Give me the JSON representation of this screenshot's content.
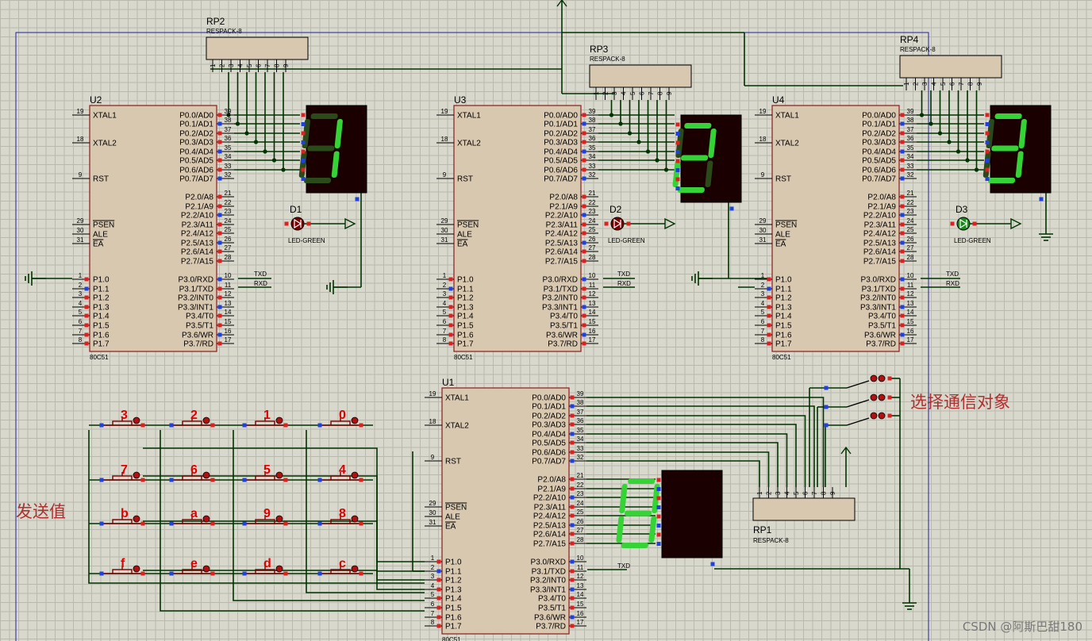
{
  "annotations": {
    "send_value_label": "发送值",
    "select_target_label": "选择通信对象",
    "watermark": "CSDN @阿斯巴甜180"
  },
  "chips": [
    {
      "ref": "U2",
      "part": "80C51"
    },
    {
      "ref": "U3",
      "part": "80C51"
    },
    {
      "ref": "U4",
      "part": "80C51"
    },
    {
      "ref": "U1",
      "part": "80C51"
    }
  ],
  "resistor_packs": [
    {
      "ref": "RP2",
      "part": "RESPACK-8"
    },
    {
      "ref": "RP3",
      "part": "RESPACK-8"
    },
    {
      "ref": "RP4",
      "part": "RESPACK-8"
    },
    {
      "ref": "RP1",
      "part": "RESPACK-8"
    }
  ],
  "leds": [
    {
      "ref": "D1",
      "part": "LED-GREEN",
      "lit": false
    },
    {
      "ref": "D2",
      "part": "LED-GREEN",
      "lit": false
    },
    {
      "ref": "D3",
      "part": "LED-GREEN",
      "lit": true
    }
  ],
  "displays": [
    {
      "id": "disp-u2",
      "digit": "1"
    },
    {
      "id": "disp-u3",
      "digit": "2"
    },
    {
      "id": "disp-u4",
      "digit": "3"
    },
    {
      "id": "disp-u1",
      "digit": "8"
    }
  ],
  "pin_left_names": [
    "XTAL1",
    "XTAL2",
    "RST",
    "PSEN",
    "ALE",
    "EA",
    "P1.0",
    "P1.1",
    "P1.2",
    "P1.3",
    "P1.4",
    "P1.5",
    "P1.6",
    "P1.7"
  ],
  "pin_left_nums": [
    "19",
    "18",
    "9",
    "29",
    "30",
    "31",
    "1",
    "2",
    "3",
    "4",
    "5",
    "6",
    "7",
    "8"
  ],
  "pin_right_names": [
    "P0.0/AD0",
    "P0.1/AD1",
    "P0.2/AD2",
    "P0.3/AD3",
    "P0.4/AD4",
    "P0.5/AD5",
    "P0.6/AD6",
    "P0.7/AD7",
    "P2.0/A8",
    "P2.1/A9",
    "P2.2/A10",
    "P2.3/A11",
    "P2.4/A12",
    "P2.5/A13",
    "P2.6/A14",
    "P2.7/A15",
    "P3.0/RXD",
    "P3.1/TXD",
    "P3.2/INT0",
    "P3.3/INT1",
    "P3.4/T0",
    "P3.5/T1",
    "P3.6/WR",
    "P3.7/RD"
  ],
  "pin_right_nums": [
    "39",
    "38",
    "37",
    "36",
    "35",
    "34",
    "33",
    "32",
    "21",
    "22",
    "23",
    "24",
    "25",
    "26",
    "27",
    "28",
    "10",
    "11",
    "12",
    "13",
    "14",
    "15",
    "16",
    "17"
  ],
  "pack_pins": [
    "1",
    "2",
    "3",
    "4",
    "5",
    "6",
    "7",
    "8",
    "9"
  ],
  "net_labels": {
    "txd": "TXD",
    "rxd": "RXD"
  },
  "keypad": {
    "rows": [
      [
        "3",
        "2",
        "1",
        "0"
      ],
      [
        "7",
        "6",
        "5",
        "4"
      ],
      [
        "b",
        "a",
        "9",
        "8"
      ],
      [
        "f",
        "e",
        "d",
        "c"
      ]
    ]
  },
  "colors": {
    "wire": "#003300",
    "chip_fill": "#d9c8b0",
    "chip_border": "#8b1a1a",
    "seg_on": "#36d336",
    "seg_off": "#2a4a1a",
    "disp_bg": "#1a0000",
    "key_label": "#e00000",
    "pin_red": "#e02020",
    "pin_blue": "#2040e0"
  }
}
